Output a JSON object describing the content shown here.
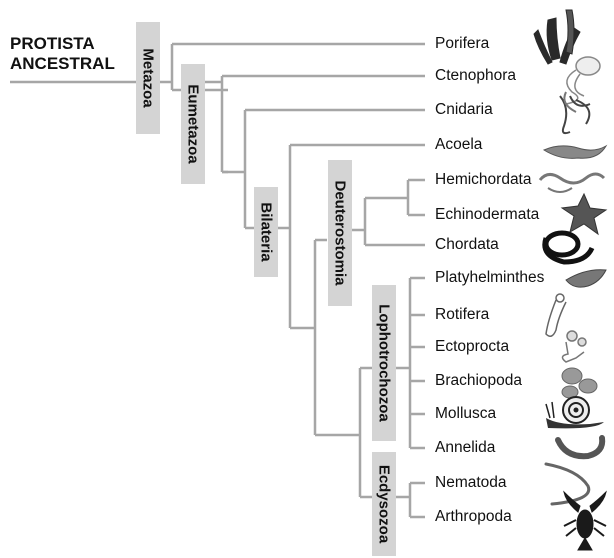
{
  "diagram": {
    "root_label_lines": [
      "PROTISTA",
      "ANCESTRAL"
    ],
    "clades": {
      "metazoa": "Metazoa",
      "eumetazoa": "Eumetazoa",
      "bilateria": "Bilateria",
      "deuterostomia": "Deuterostomia",
      "lophotrochozoa": "Lophotrochozoa",
      "ecdysozoa": "Ecdysozoa"
    },
    "taxa": [
      {
        "name": "Porifera",
        "icon": "sponge-icon"
      },
      {
        "name": "Ctenophora",
        "icon": "comb-jelly-icon"
      },
      {
        "name": "Cnidaria",
        "icon": "jellyfish-icon"
      },
      {
        "name": "Acoela",
        "icon": "flatworm-icon"
      },
      {
        "name": "Hemichordata",
        "icon": "acorn-worm-icon"
      },
      {
        "name": "Echinodermata",
        "icon": "starfish-icon"
      },
      {
        "name": "Chordata",
        "icon": "lamprey-icon"
      },
      {
        "name": "Platyhelminthes",
        "icon": "planarian-icon"
      },
      {
        "name": "Rotifera",
        "icon": "rotifer-icon"
      },
      {
        "name": "Ectoprocta",
        "icon": "bryozoan-icon"
      },
      {
        "name": "Brachiopoda",
        "icon": "lamp-shell-icon"
      },
      {
        "name": "Mollusca",
        "icon": "snail-icon"
      },
      {
        "name": "Annelida",
        "icon": "earthworm-icon"
      },
      {
        "name": "Nematoda",
        "icon": "roundworm-icon"
      },
      {
        "name": "Arthropoda",
        "icon": "lobster-icon"
      }
    ],
    "colors": {
      "branch": "#a6a6a6",
      "label_box": "#d4d4d4",
      "text": "#111111"
    }
  }
}
